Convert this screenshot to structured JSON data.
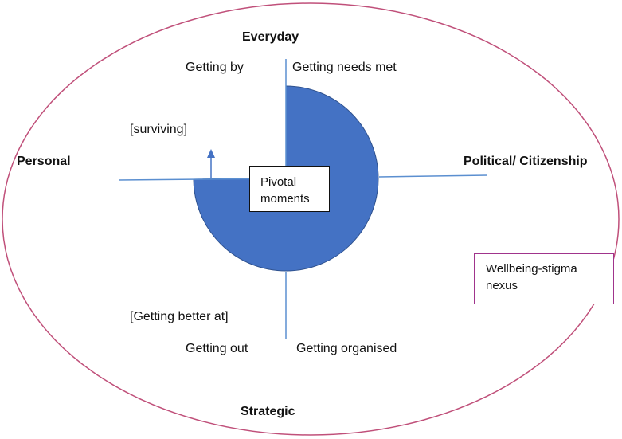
{
  "axes": {
    "top": "Everyday",
    "bottom": "Strategic",
    "left": "Personal",
    "right": "Political/ Citizenship"
  },
  "quadrant_labels": {
    "top_left": "Getting by",
    "top_right": "Getting needs met",
    "bottom_left": "Getting out",
    "bottom_right": "Getting organised"
  },
  "annotations": {
    "surviving": "[surviving]",
    "getting_better_at": "[Getting better at]"
  },
  "center_box": {
    "line1": "Pivotal",
    "line2": "moments"
  },
  "nexus_box": {
    "line1": "Wellbeing-stigma",
    "line2": "nexus"
  },
  "colors": {
    "ellipse": "#c0507a",
    "nexus_border": "#a0348c",
    "pie_fill": "#4472c4",
    "pie_stroke": "#2f528f",
    "axis_line": "#5b8fd0",
    "text": "#111111"
  }
}
